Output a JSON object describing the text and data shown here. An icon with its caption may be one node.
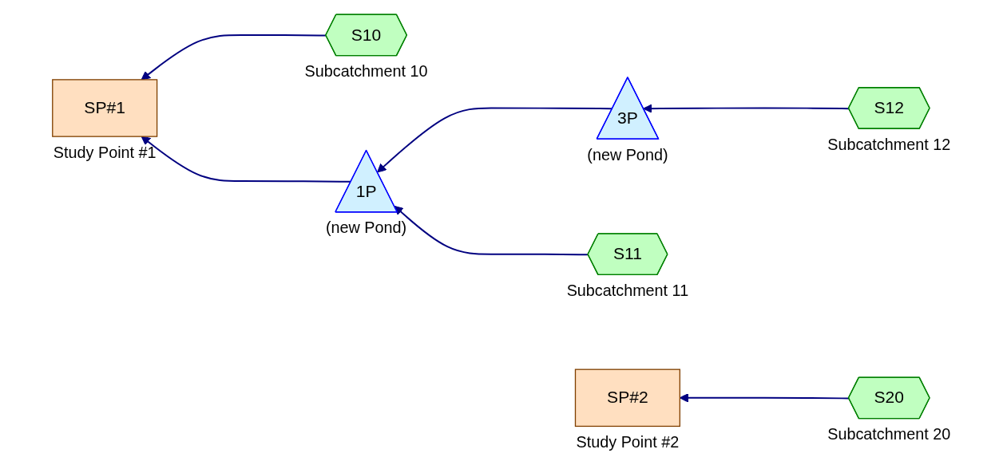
{
  "diagram": {
    "nodes": [
      {
        "text": [
          "S10"
        ],
        "beside": [
          "Subcatchment 10"
        ]
      },
      {
        "text": [
          "S20"
        ],
        "beside": [
          "Subcatchment 20"
        ]
      },
      {
        "text": [
          "S12"
        ],
        "beside": [
          "Subcatchment 12"
        ]
      },
      {
        "text": [
          "SP#1"
        ],
        "beside": [
          "Study Point #1"
        ]
      },
      {
        "text": [
          "3P"
        ],
        "beside": [
          "(new Pond)"
        ]
      },
      {
        "text": [
          "1P"
        ],
        "beside": [
          "(new Pond)"
        ]
      },
      {
        "text": [
          "S11"
        ],
        "beside": [
          "Subcatchment 11"
        ]
      },
      {
        "text": [
          "SP#2"
        ],
        "beside": [
          "Study Point #2"
        ]
      }
    ],
    "edges": [
      {
        "from": 0,
        "to": 3,
        "arrow": "to"
      },
      {
        "from": 2,
        "to": 4,
        "arrow": "to"
      },
      {
        "from": 4,
        "to": 5,
        "arrow": "to"
      },
      {
        "from": 5,
        "to": 3,
        "arrow": "to"
      },
      {
        "from": 6,
        "to": 5,
        "arrow": "to"
      },
      {
        "from": 1,
        "to": 7,
        "arrow": "to"
      }
    ]
  }
}
